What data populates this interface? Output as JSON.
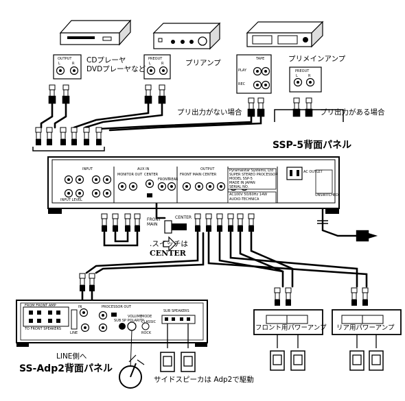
{
  "devices": {
    "cd": {
      "jack_label": "OUTPUT",
      "channels": [
        "L",
        "R"
      ],
      "caption": [
        "CDプレーヤ",
        "DVDプレーヤなど"
      ]
    },
    "preamp": {
      "jack_label": "PREOUT",
      "channels": [
        "L",
        "R"
      ],
      "caption": "プリアンプ"
    },
    "tape": {
      "jack_label": "TAPE",
      "rows": [
        "PLAY",
        "REC"
      ],
      "note": "プリ出力がない場合"
    },
    "premain": {
      "title": "プリメインアンプ",
      "jack_label": "PREOUT",
      "channels": [
        "L",
        "R"
      ],
      "note": "プリ出力がある場合"
    }
  },
  "ssp5": {
    "title": "SSP-5背面パネル",
    "sections": {
      "input": "INPUT",
      "aux_in": "AUX IN",
      "output": "OUTPUT",
      "ac_outlet": "AC OUTLET",
      "monitor_out": "MONITOR OUT",
      "center": "CENTER",
      "front": "FRONT",
      "rear": "REAR",
      "front_main_center": "FRONT MAIN CENTER",
      "input_level": "INPUT LEVEL",
      "unswitched": "UNSWITCHED"
    },
    "plate": [
      "Pyramaistar Systems, Ltd",
      "SUPER STEREO PROCESSOR",
      "MODEL    SSP-5",
      "MADE IN JAPAN",
      "SERIAL NO."
    ],
    "power_rating": "AC100V 50/60Hz 14W",
    "brand": "AUDIO-TECHNICA"
  },
  "switch": {
    "front_main": [
      "FRONT",
      "MAIN"
    ],
    "center": "CENTER",
    "note_line1": ".スイッチは",
    "note_line2": "CENTER"
  },
  "adp2": {
    "title": "SS-Adp2背面パネル",
    "line_note": "LINE側へ",
    "from_front_amp": "FROM FRONT AMP",
    "to_front_speakers": "TO FRONT SPEAKERS",
    "line": "LINE",
    "in": "IN",
    "processor_out": "PROCESSOR OUT",
    "sub_sp_polarity": "SUB SP POLARITY",
    "volume": "VOLUME",
    "mode": "MODE",
    "classic": "CLASSIC",
    "rock": "ROCK",
    "sub_speakers": "SUB SPEAKERS",
    "side_note": "サイドスピーカは Adp2で駆動"
  },
  "amps": {
    "front": "フロント用パワーアンプ",
    "rear": "リア用パワーアンプ"
  },
  "colors": {
    "ink": "#000000",
    "paper": "#ffffff",
    "panel": "#f4f4f4"
  }
}
